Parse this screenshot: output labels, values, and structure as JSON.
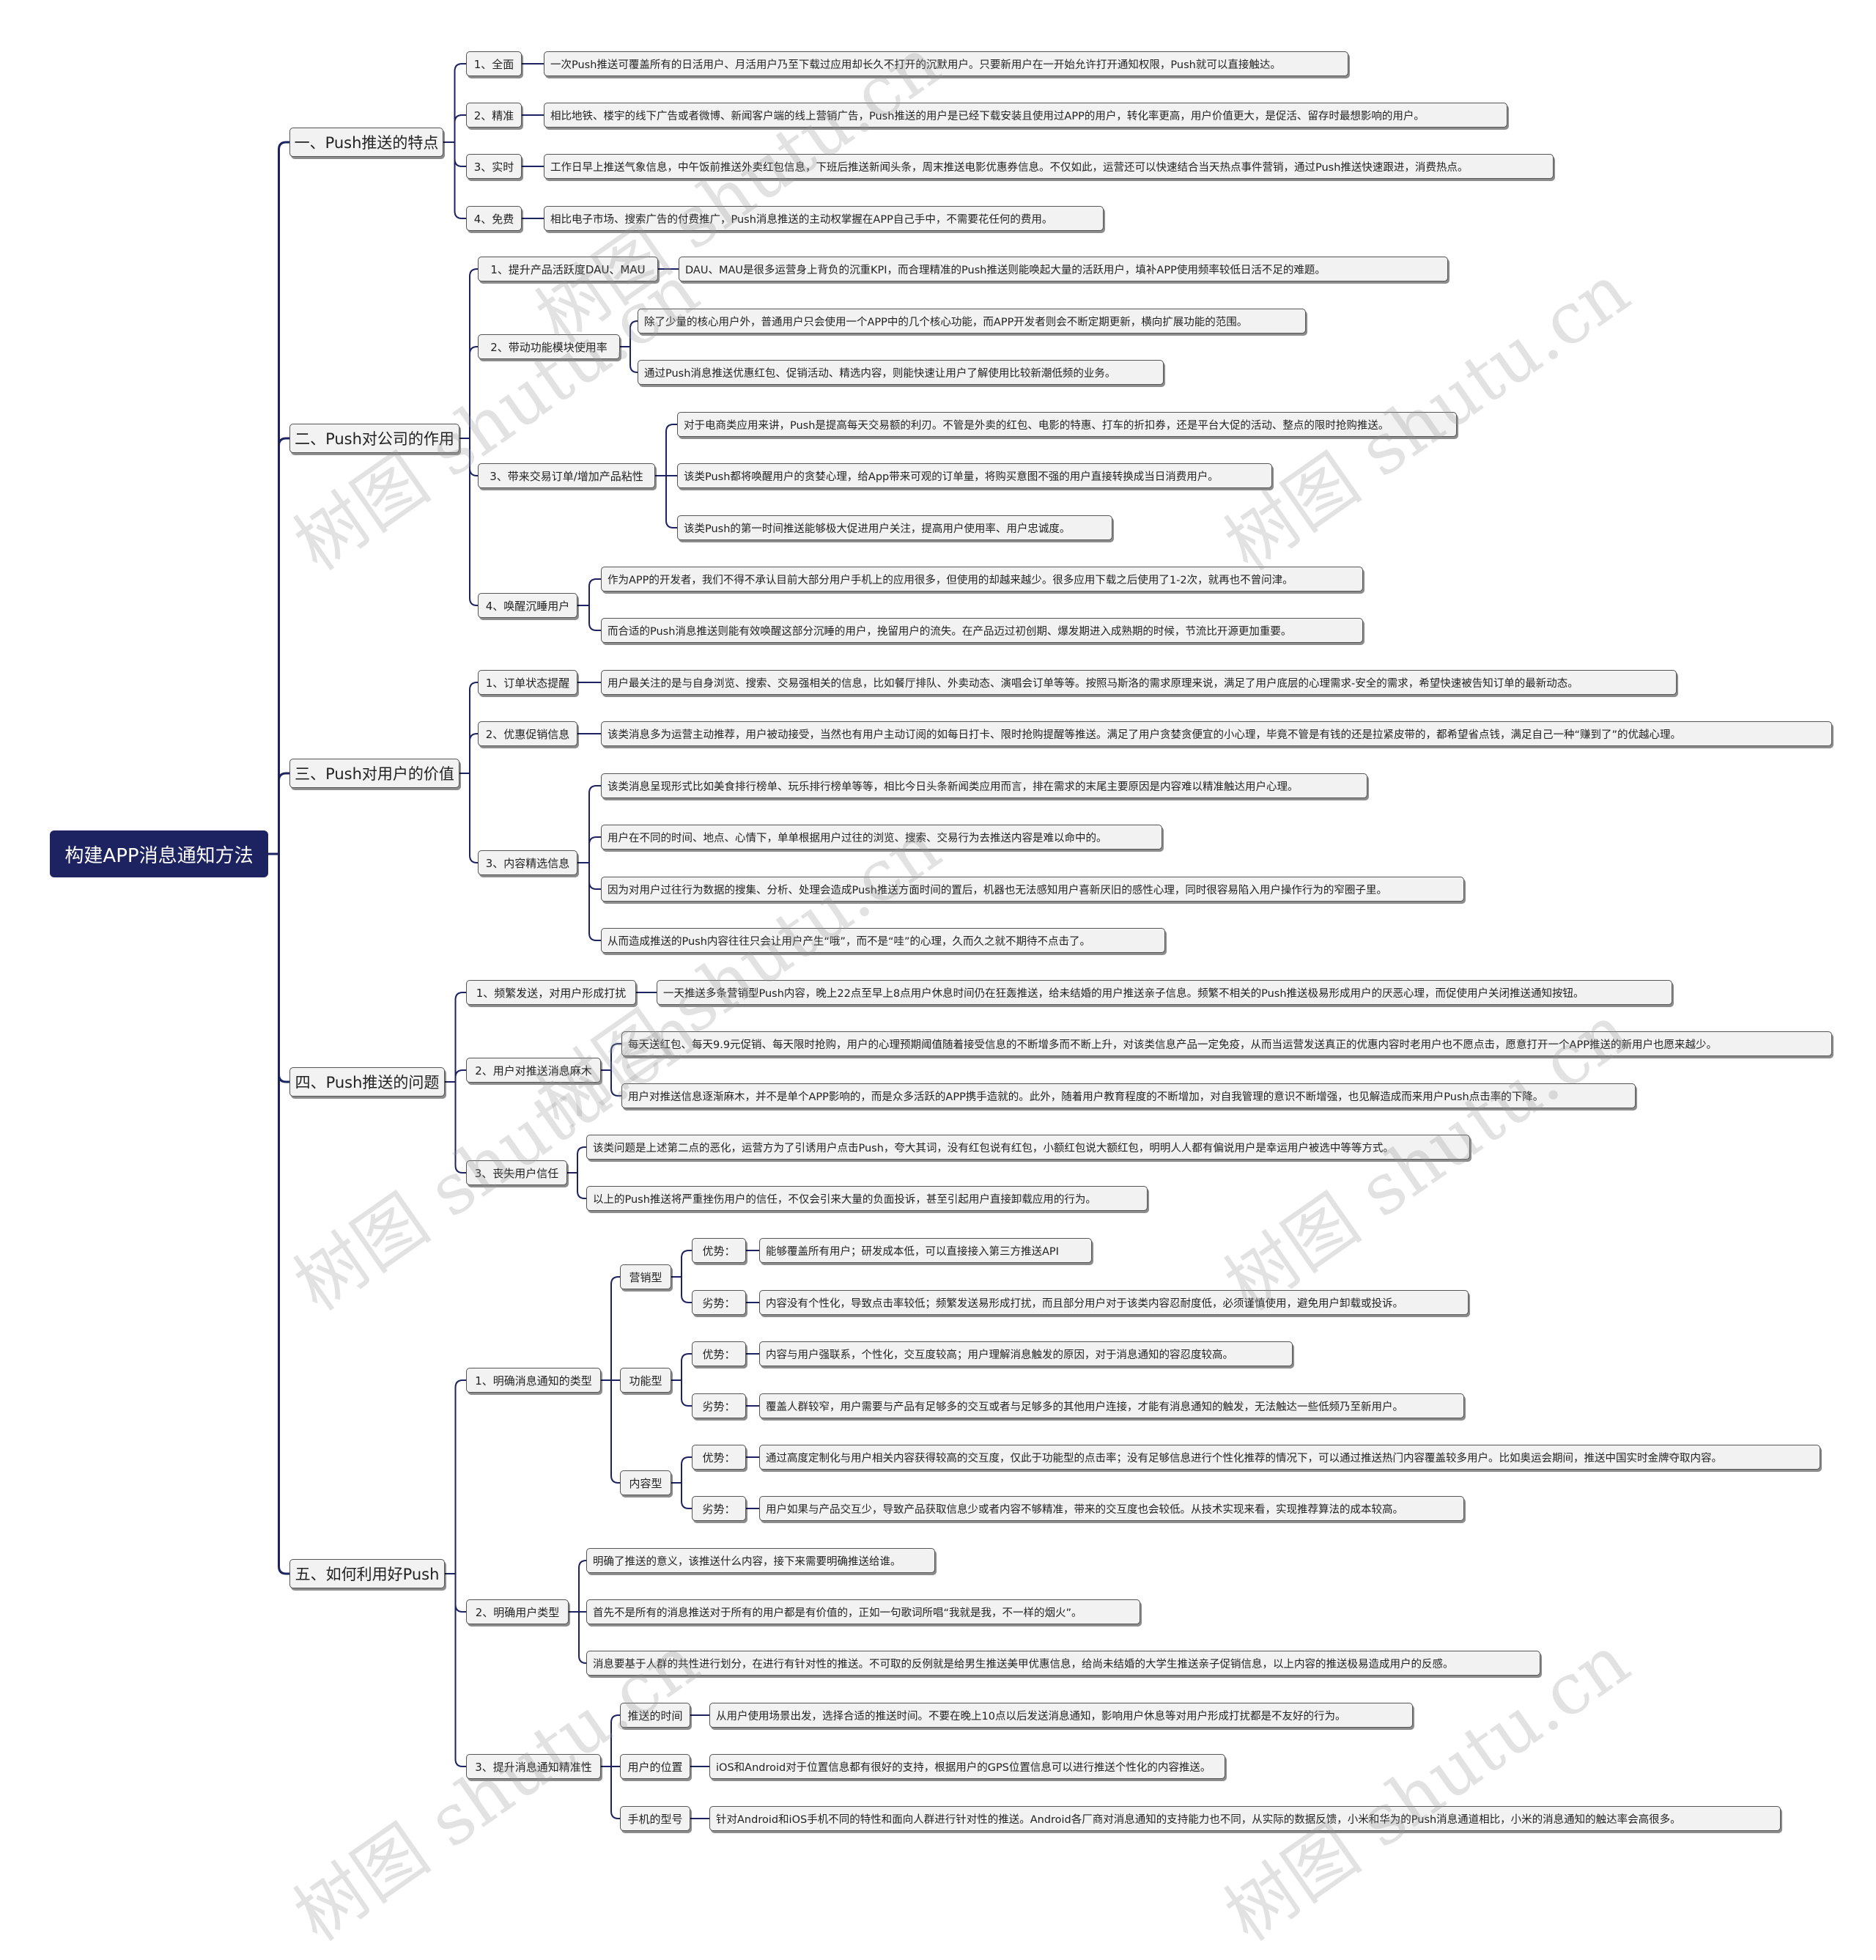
{
  "root": "构建APP消息通知方法",
  "branches": [
    {
      "label": "一、Push推送的特点",
      "children": [
        {
          "label": "1、全面",
          "children": [
            {
              "label": "一次Push推送可覆盖所有的日活用户、月活用户乃至下载过应用却长久不打开的沉默用户。只要新用户在一开始允许打开通知权限，Push就可以直接触达。"
            }
          ]
        },
        {
          "label": "2、精准",
          "children": [
            {
              "label": "相比地铁、楼宇的线下广告或者微博、新闻客户端的线上营销广告，Push推送的用户是已经下载安装且使用过APP的用户，转化率更高，用户价值更大，是促活、留存时最想影响的用户。"
            }
          ]
        },
        {
          "label": "3、实时",
          "children": [
            {
              "label": "工作日早上推送气象信息，中午饭前推送外卖红包信息，下班后推送新闻头条，周末推送电影优惠券信息。不仅如此，运营还可以快速结合当天热点事件营销，通过Push推送快速跟进，消费热点。"
            }
          ]
        },
        {
          "label": "4、免费",
          "children": [
            {
              "label": "相比电子市场、搜索广告的付费推广，Push消息推送的主动权掌握在APP自己手中，不需要花任何的费用。"
            }
          ]
        }
      ]
    },
    {
      "label": "二、Push对公司的作用",
      "children": [
        {
          "label": "1、提升产品活跃度DAU、MAU",
          "children": [
            {
              "label": "DAU、MAU是很多运营身上背负的沉重KPI，而合理精准的Push推送则能唤起大量的活跃用户，填补APP使用频率较低日活不足的难题。"
            }
          ]
        },
        {
          "label": "2、带动功能模块使用率",
          "children": [
            {
              "label": "除了少量的核心用户外，普通用户只会使用一个APP中的几个核心功能，而APP开发者则会不断定期更新，横向扩展功能的范围。"
            },
            {
              "label": "通过Push消息推送优惠红包、促销活动、精选内容，则能快速让用户了解使用比较新潮低频的业务。"
            }
          ]
        },
        {
          "label": "3、带来交易订单/增加产品粘性",
          "children": [
            {
              "label": "对于电商类应用来讲，Push是提高每天交易额的利刃。不管是外卖的红包、电影的特惠、打车的折扣券，还是平台大促的活动、整点的限时抢购推送。"
            },
            {
              "label": "该类Push都将唤醒用户的贪婪心理，给App带来可观的订单量，将购买意图不强的用户直接转换成当日消费用户。"
            },
            {
              "label": "该类Push的第一时间推送能够极大促进用户关注，提高用户使用率、用户忠诚度。"
            }
          ]
        },
        {
          "label": "4、唤醒沉睡用户",
          "children": [
            {
              "label": "作为APP的开发者，我们不得不承认目前大部分用户手机上的应用很多，但使用的却越来越少。很多应用下载之后使用了1-2次，就再也不曾问津。"
            },
            {
              "label": "而合适的Push消息推送则能有效唤醒这部分沉睡的用户，挽留用户的流失。在产品迈过初创期、爆发期进入成熟期的时候，节流比开源更加重要。"
            }
          ]
        }
      ]
    },
    {
      "label": "三、Push对用户的价值",
      "children": [
        {
          "label": "1、订单状态提醒",
          "children": [
            {
              "label": "用户最关注的是与自身浏览、搜索、交易强相关的信息，比如餐厅排队、外卖动态、演唱会订单等等。按照马斯洛的需求原理来说，满足了用户底层的心理需求-安全的需求，希望快速被告知订单的最新动态。"
            }
          ]
        },
        {
          "label": "2、优惠促销信息",
          "children": [
            {
              "label": "该类消息多为运营主动推荐，用户被动接受，当然也有用户主动订阅的如每日打卡、限时抢购提醒等推送。满足了用户贪婪贪便宜的小心理，毕竟不管是有钱的还是拉紧皮带的，都希望省点钱，满足自己一种“赚到了”的优越心理。"
            }
          ]
        },
        {
          "label": "3、内容精选信息",
          "children": [
            {
              "label": "该类消息呈现形式比如美食排行榜单、玩乐排行榜单等等，相比今日头条新闻类应用而言，排在需求的末尾主要原因是内容难以精准触达用户心理。"
            },
            {
              "label": "用户在不同的时间、地点、心情下，单单根据用户过往的浏览、搜索、交易行为去推送内容是难以命中的。"
            },
            {
              "label": "因为对用户过往行为数据的搜集、分析、处理会造成Push推送方面时间的置后，机器也无法感知用户喜新厌旧的感性心理，同时很容易陷入用户操作行为的窄圈子里。"
            },
            {
              "label": "从而造成推送的Push内容往往只会让用户产生“哦”，而不是“哇”的心理，久而久之就不期待不点击了。"
            }
          ]
        }
      ]
    },
    {
      "label": "四、Push推送的问题",
      "children": [
        {
          "label": "1、频繁发送，对用户形成打扰",
          "children": [
            {
              "label": "一天推送多条营销型Push内容，晚上22点至早上8点用户休息时间仍在狂轰推送，给未结婚的用户推送亲子信息。频繁不相关的Push推送极易形成用户的厌恶心理，而促使用户关闭推送通知按钮。"
            }
          ]
        },
        {
          "label": "2、用户对推送消息麻木",
          "children": [
            {
              "label": "每天送红包、每天9.9元促销、每天限时抢购，用户的心理预期阈值随着接受信息的不断增多而不断上升，对该类信息产品一定免疫，从而当运营发送真正的优惠内容时老用户也不愿点击，愿意打开一个APP推送的新用户也愿来越少。"
            },
            {
              "label": "用户对推送信息逐渐麻木，并不是单个APP影响的，而是众多活跃的APP携手造就的。此外，随着用户教育程度的不断增加，对自我管理的意识不断增强，也见解造成而来用户Push点击率的下降。"
            }
          ]
        },
        {
          "label": "3、丧失用户信任",
          "children": [
            {
              "label": "该类问题是上述第二点的恶化，运营方为了引诱用户点击Push，夸大其词，没有红包说有红包，小额红包说大额红包，明明人人都有偏说用户是幸运用户被选中等等方式。"
            },
            {
              "label": "以上的Push推送将严重挫伤用户的信任，不仅会引来大量的负面投诉，甚至引起用户直接卸载应用的行为。"
            }
          ]
        }
      ]
    },
    {
      "label": "五、如何利用好Push",
      "children": [
        {
          "label": "1、明确消息通知的类型",
          "children": [
            {
              "label": "营销型",
              "children": [
                {
                  "label": "优势：",
                  "children": [
                    {
                      "label": "能够覆盖所有用户；研发成本低，可以直接接入第三方推送API"
                    }
                  ]
                },
                {
                  "label": "劣势：",
                  "children": [
                    {
                      "label": "内容没有个性化，导致点击率较低；频繁发送易形成打扰，而且部分用户对于该类内容忍耐度低，必须谨慎使用，避免用户卸载或投诉。"
                    }
                  ]
                }
              ]
            },
            {
              "label": "功能型",
              "children": [
                {
                  "label": "优势：",
                  "children": [
                    {
                      "label": "内容与用户强联系，个性化，交互度较高；用户理解消息触发的原因，对于消息通知的容忍度较高。"
                    }
                  ]
                },
                {
                  "label": "劣势：",
                  "children": [
                    {
                      "label": "覆盖人群较窄，用户需要与产品有足够多的交互或者与足够多的其他用户连接，才能有消息通知的触发，无法触达一些低频乃至新用户。"
                    }
                  ]
                }
              ]
            },
            {
              "label": "内容型",
              "children": [
                {
                  "label": "优势：",
                  "children": [
                    {
                      "label": "通过高度定制化与用户相关内容获得较高的交互度，仅此于功能型的点击率；没有足够信息进行个性化推荐的情况下，可以通过推送热门内容覆盖较多用户。比如奥运会期间，推送中国实时金牌夺取内容。"
                    }
                  ]
                },
                {
                  "label": "劣势：",
                  "children": [
                    {
                      "label": "用户如果与产品交互少，导致产品获取信息少或者内容不够精准，带来的交互度也会较低。从技术实现来看，实现推荐算法的成本较高。"
                    }
                  ]
                }
              ]
            }
          ]
        },
        {
          "label": "2、明确用户类型",
          "children": [
            {
              "label": "明确了推送的意义，该推送什么内容，接下来需要明确推送给谁。"
            },
            {
              "label": "首先不是所有的消息推送对于所有的用户都是有价值的，正如一句歌词所唱“我就是我，不一样的烟火”。"
            },
            {
              "label": "消息要基于人群的共性进行划分，在进行有针对性的推送。不可取的反例就是给男生推送美甲优惠信息，给尚未结婚的大学生推送亲子促销信息，以上内容的推送极易造成用户的反感。"
            }
          ]
        },
        {
          "label": "3、提升消息通知精准性",
          "children": [
            {
              "label": "推送的时间",
              "children": [
                {
                  "label": "从用户使用场景出发，选择合适的推送时间。不要在晚上10点以后发送消息通知，影响用户休息等对用户形成打扰都是不友好的行为。"
                }
              ]
            },
            {
              "label": "用户的位置",
              "children": [
                {
                  "label": "iOS和Android对于位置信息都有很好的支持，根据用户的GPS位置信息可以进行推送个性化的内容推送。"
                }
              ]
            },
            {
              "label": "手机的型号",
              "children": [
                {
                  "label": "针对Android和iOS手机不同的特性和面向人群进行针对性的推送。Android各厂商对消息通知的支持能力也不同，从实际的数据反馈，小米和华为的Push消息通道相比，小米的消息通知的触达率会高很多。"
                }
              ]
            }
          ]
        }
      ]
    }
  ],
  "watermarks": [
    "树图 shutu.cn",
    "树图 shutu.cn",
    "树图 shutu.cn",
    "树图 shutu.cn",
    "树图 shutu.cn",
    "树图 shutu.cn",
    "树图 shutu.cn",
    "树图 shutu.cn"
  ],
  "colors": {
    "root_bg": "#1d2360",
    "line": "#1d2360",
    "node_bg": "#f2f2f2",
    "node_border": "#555555"
  }
}
